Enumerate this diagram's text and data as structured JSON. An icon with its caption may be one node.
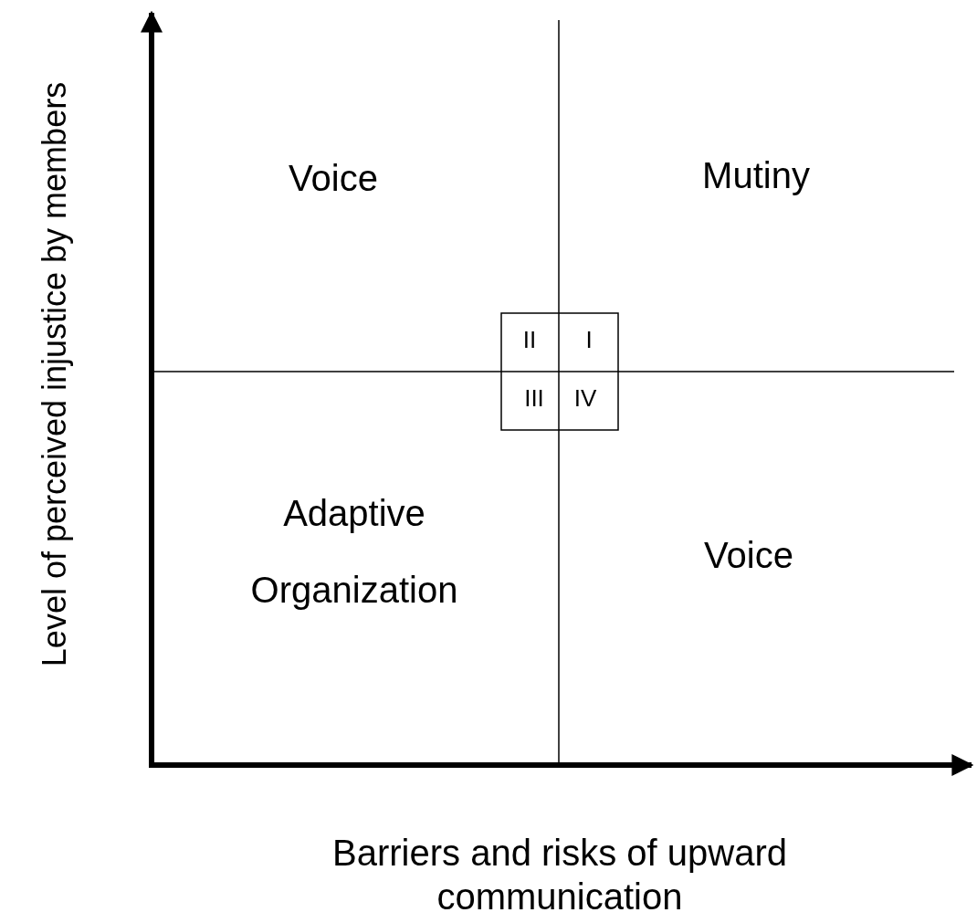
{
  "diagram": {
    "labels": [
      "Level of perceived injustice by members",
      "Voice",
      "Mutiny",
      "II",
      "I",
      "III",
      "IV",
      "Adaptive Organization",
      "Voice",
      "Barriers and risks of upward communication"
    ]
  }
}
